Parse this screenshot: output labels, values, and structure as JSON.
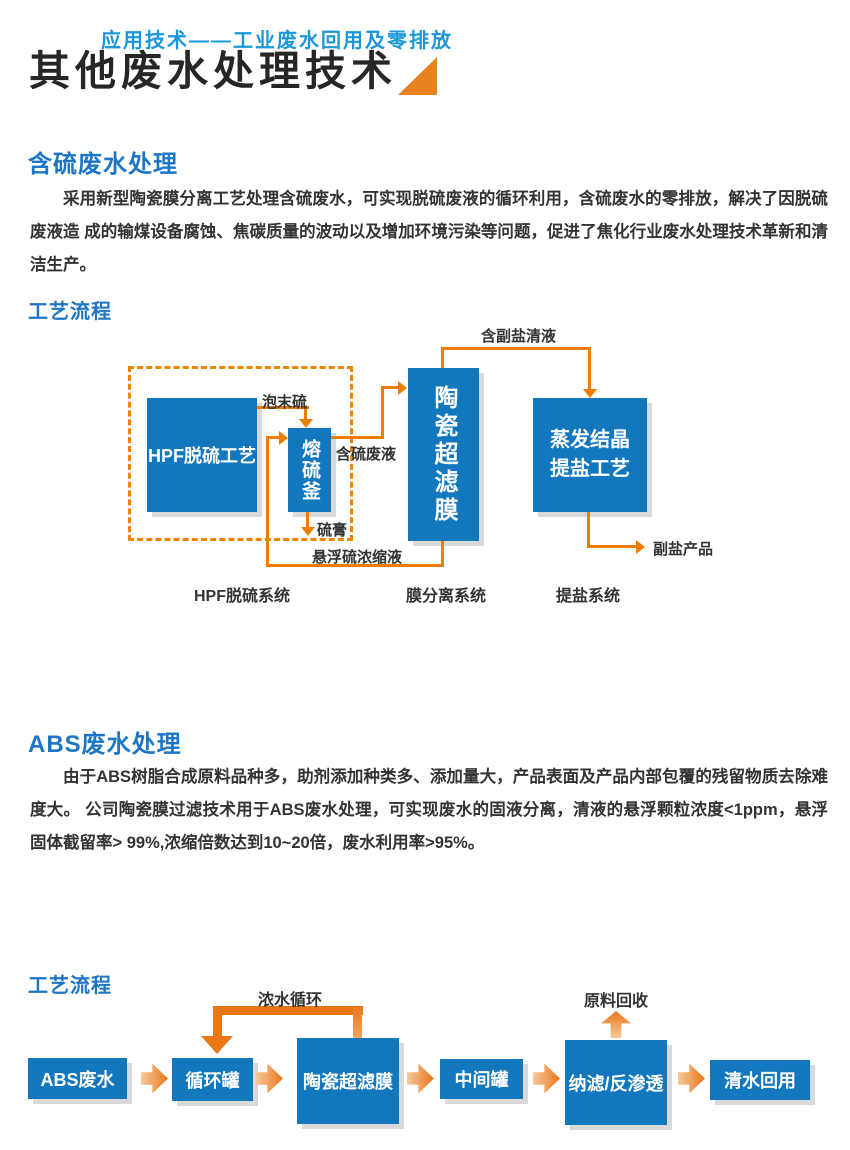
{
  "header": {
    "subtitle": "应用技术——工业废水回用及零排放",
    "title": "其他废水处理技术"
  },
  "sulfur": {
    "heading": "含硫废水处理",
    "paragraph": "采用新型陶瓷膜分离工艺处理含硫废水，可实现脱硫废液的循环利用，含硫废水的零排放，解决了因脱硫废液造 成的输煤设备腐蚀、焦碳质量的波动以及增加环境污染等问题，促进了焦化行业废水处理技术革新和清洁生产。",
    "flow_heading": "工艺流程",
    "diagram": {
      "box_hpf": "HPF脱硫工艺",
      "box_melter": "熔硫釜",
      "box_ceramic": "陶瓷超滤膜",
      "box_evap_line1": "蒸发结晶",
      "box_evap_line2": "提盐工艺",
      "label_foam_sulfur": "泡末硫",
      "label_sulfur_waste": "含硫废液",
      "label_sulfur_paste": "硫膏",
      "label_suspension": "悬浮硫浓缩液",
      "label_salt_liquid": "含副盐清液",
      "label_salt_product": "副盐产品",
      "system_hpf": "HPF脱硫系统",
      "system_membrane": "膜分离系统",
      "system_salt": "提盐系统"
    }
  },
  "abs": {
    "heading": "ABS废水处理",
    "paragraph": "由于ABS树脂合成原料品种多，助剂添加种类多、添加量大，产品表面及产品内部包覆的残留物质去除难度大。 公司陶瓷膜过滤技术用于ABS废水处理，可实现废水的固液分离，清液的悬浮颗粒浓度<1ppm，悬浮固体截留率> 99%,浓缩倍数达到10~20倍，废水利用率>95%。",
    "flow_heading": "工艺流程",
    "diagram": {
      "box_abs": "ABS废水",
      "box_circulation": "循环罐",
      "box_ceramic": "陶瓷超滤膜",
      "box_middle": "中间罐",
      "box_nf_ro": "纳滤/反渗透",
      "box_clean": "清水回用",
      "label_concentrate_loop": "浓水循环",
      "label_material_recovery": "原料回收"
    }
  },
  "colors": {
    "box_blue": "#1277bd",
    "heading_blue": "#1c75c5",
    "subtitle_blue": "#1a97d8",
    "line_orange": "#ee7d00",
    "triangle_orange": "#e8821e",
    "arrow_gradient_light": "#f8c99a",
    "arrow_gradient_dark": "#e8761a",
    "body_text": "#333333"
  }
}
